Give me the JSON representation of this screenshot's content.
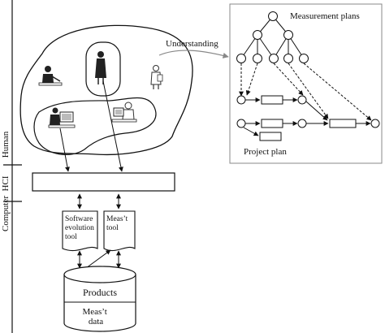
{
  "layers": {
    "human": "Human",
    "hci": "HCI",
    "computer": "Computer"
  },
  "understanding_label": "Understanding",
  "plans": {
    "measurement_title": "Measurement plans",
    "project_title": "Project plan"
  },
  "tools": {
    "software_evolution": [
      "Software",
      "evolution",
      "tool"
    ],
    "measurement": [
      "Meas’t",
      "tool"
    ]
  },
  "database": {
    "products": "Products",
    "measurement_data": [
      "Meas’t",
      "data"
    ]
  },
  "icons": {
    "people": [
      "person-at-desk-icon",
      "standing-woman-icon",
      "man-with-clipboard-icon",
      "person-at-computer-icon",
      "woman-at-computer-icon"
    ]
  },
  "colors": {
    "stroke": "#111111",
    "panel_border": "#8a8a8a",
    "background": "#ffffff"
  }
}
